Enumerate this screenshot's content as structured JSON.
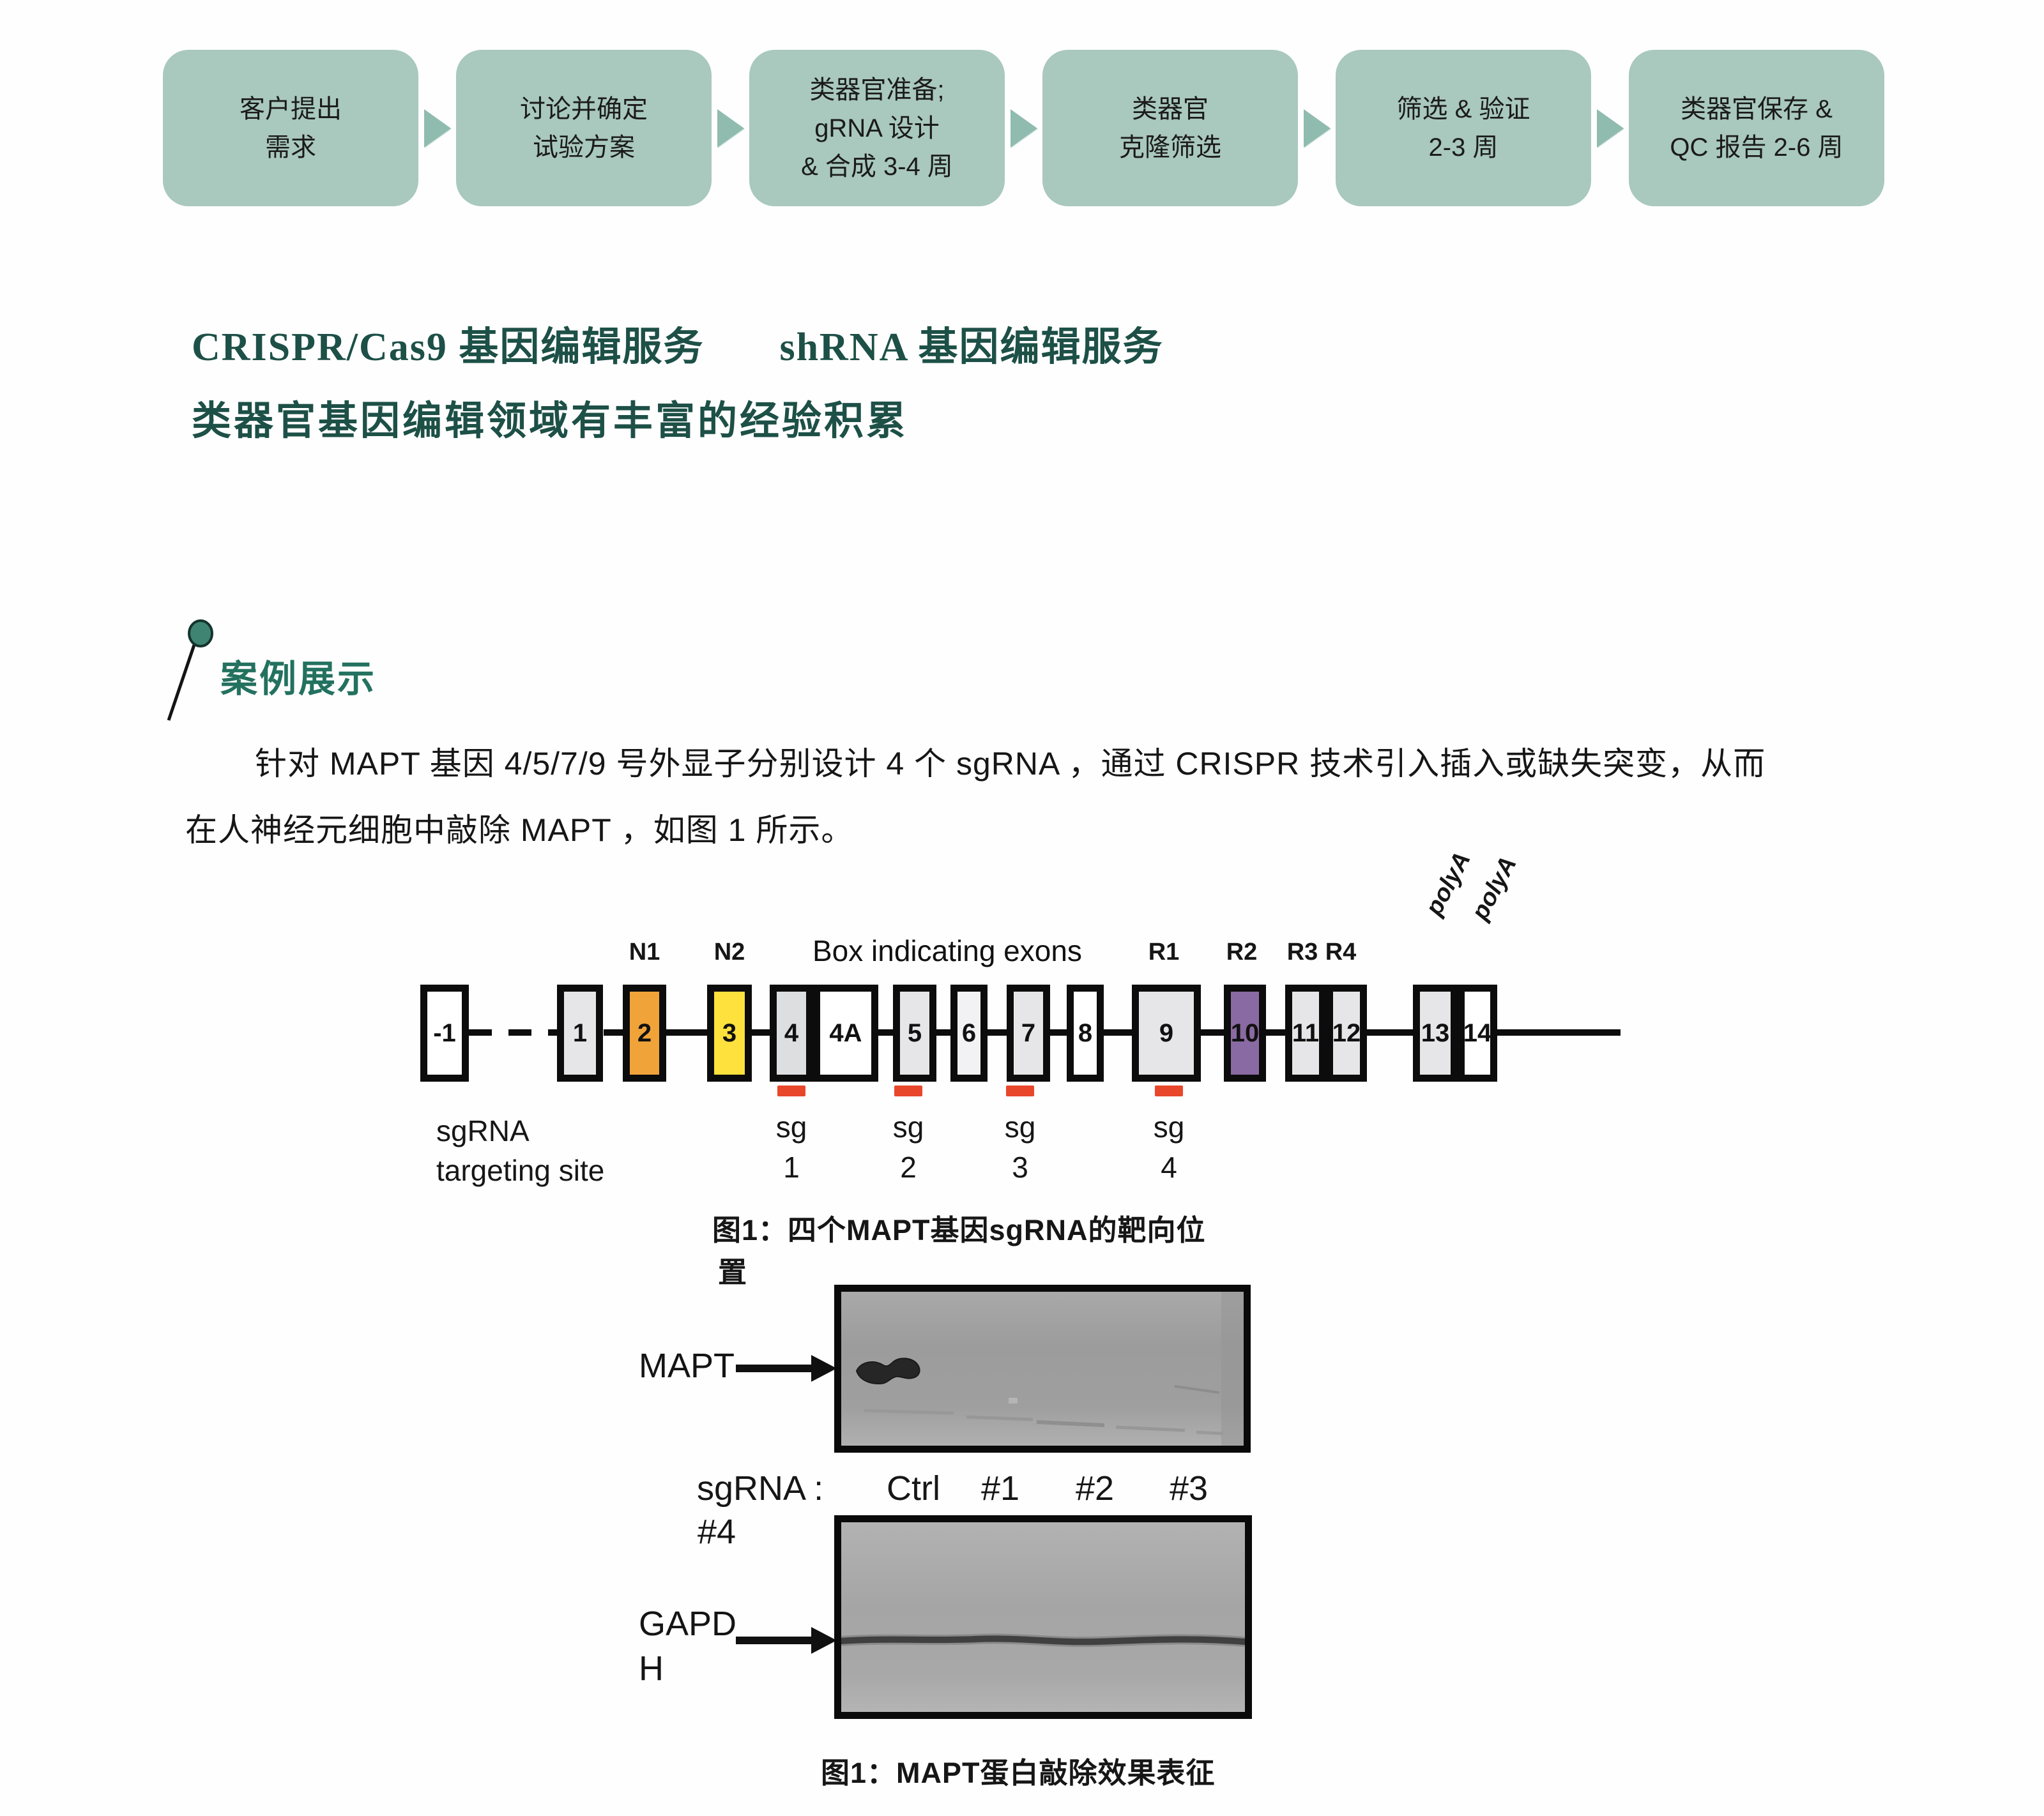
{
  "flowchart": {
    "box_color": "#a9c8be",
    "arrow_color": "#8fbcae",
    "steps": [
      {
        "lines": [
          "客户提出",
          "需求"
        ]
      },
      {
        "lines": [
          "讨论并确定",
          "试验方案"
        ]
      },
      {
        "lines": [
          "类器官准备;",
          "gRNA 设计",
          "& 合成 3-4 周"
        ]
      },
      {
        "lines": [
          "类器官",
          "克隆筛选"
        ]
      },
      {
        "lines": [
          "筛选 & 验证",
          "2-3 周"
        ]
      },
      {
        "lines": [
          "类器官保存 &",
          "QC 报告 2-6 周"
        ]
      }
    ]
  },
  "intro": {
    "title_color": "#1d5047",
    "title_part1": "CRISPR/Cas9 基因编辑服务",
    "title_part2": "shRNA 基因编辑服务",
    "subtitle": "类器官基因编辑领域有丰富的经验积累"
  },
  "case_section": {
    "header": "案例展示",
    "header_color": "#23715f",
    "pin_color": "#3f8472",
    "para_line1": "针对 MAPT 基因 4/5/7/9 号外显子分别设计 4 个 sgRNA ，通过 CRISPR 技术引入插入或缺失突变，从而",
    "para_line2": "在人神经元细胞中敲除 MAPT ，如图 1 所示。"
  },
  "gene_diagram": {
    "note": "Box indicating exons",
    "top_labels": {
      "n1": "N1",
      "n2": "N2",
      "r1": "R1",
      "r2": "R2",
      "r3": "R3",
      "r4": "R4"
    },
    "polya_labels": [
      "polyA",
      "polyA"
    ],
    "exons": [
      {
        "label": "-1",
        "fill": "#ffffff"
      },
      {
        "label": "1",
        "fill": "#e6e6e8"
      },
      {
        "label": "2",
        "fill": "#f0a339"
      },
      {
        "label": "3",
        "fill": "#ffe13d"
      },
      {
        "label": "4",
        "fill": "#dcdee0"
      },
      {
        "label": "4A",
        "fill": "#ffffff"
      },
      {
        "label": "5",
        "fill": "#e6e6e8"
      },
      {
        "label": "6",
        "fill": "#f2f2f4"
      },
      {
        "label": "7",
        "fill": "#e6e6e8"
      },
      {
        "label": "8",
        "fill": "#ffffff"
      },
      {
        "label": "9",
        "fill": "#e6e6e8"
      },
      {
        "label": "10",
        "fill": "#8a6aa2"
      },
      {
        "label": "11",
        "fill": "#e6e6e8"
      },
      {
        "label": "12",
        "fill": "#e6e6e8"
      },
      {
        "label": "13",
        "fill": "#e6e6e8"
      },
      {
        "label": "14",
        "fill": "#ffffff"
      }
    ],
    "sgrna_site_label_line1": "sgRNA",
    "sgrna_site_label_line2": "targeting site",
    "sg_sites": [
      {
        "line1": "sg",
        "line2": "1"
      },
      {
        "line1": "sg",
        "line2": "2"
      },
      {
        "line1": "sg",
        "line2": "3"
      },
      {
        "line1": "sg",
        "line2": "4"
      }
    ],
    "mark_color": "#e8472b",
    "caption_line1": "图1：四个MAPT基因sgRNA的靶向位",
    "caption_line2": "置"
  },
  "western_blot": {
    "mapt_label": "MAPT",
    "gapdh_label_line1": "GAPD",
    "gapdh_label_line2": "H",
    "lane_prefix": "sgRNA :",
    "lanes": [
      "Ctrl",
      "#1",
      "#2",
      "#3"
    ],
    "lane_wrap": "#4",
    "caption": "图1：MAPT蛋白敲除效果表征"
  }
}
